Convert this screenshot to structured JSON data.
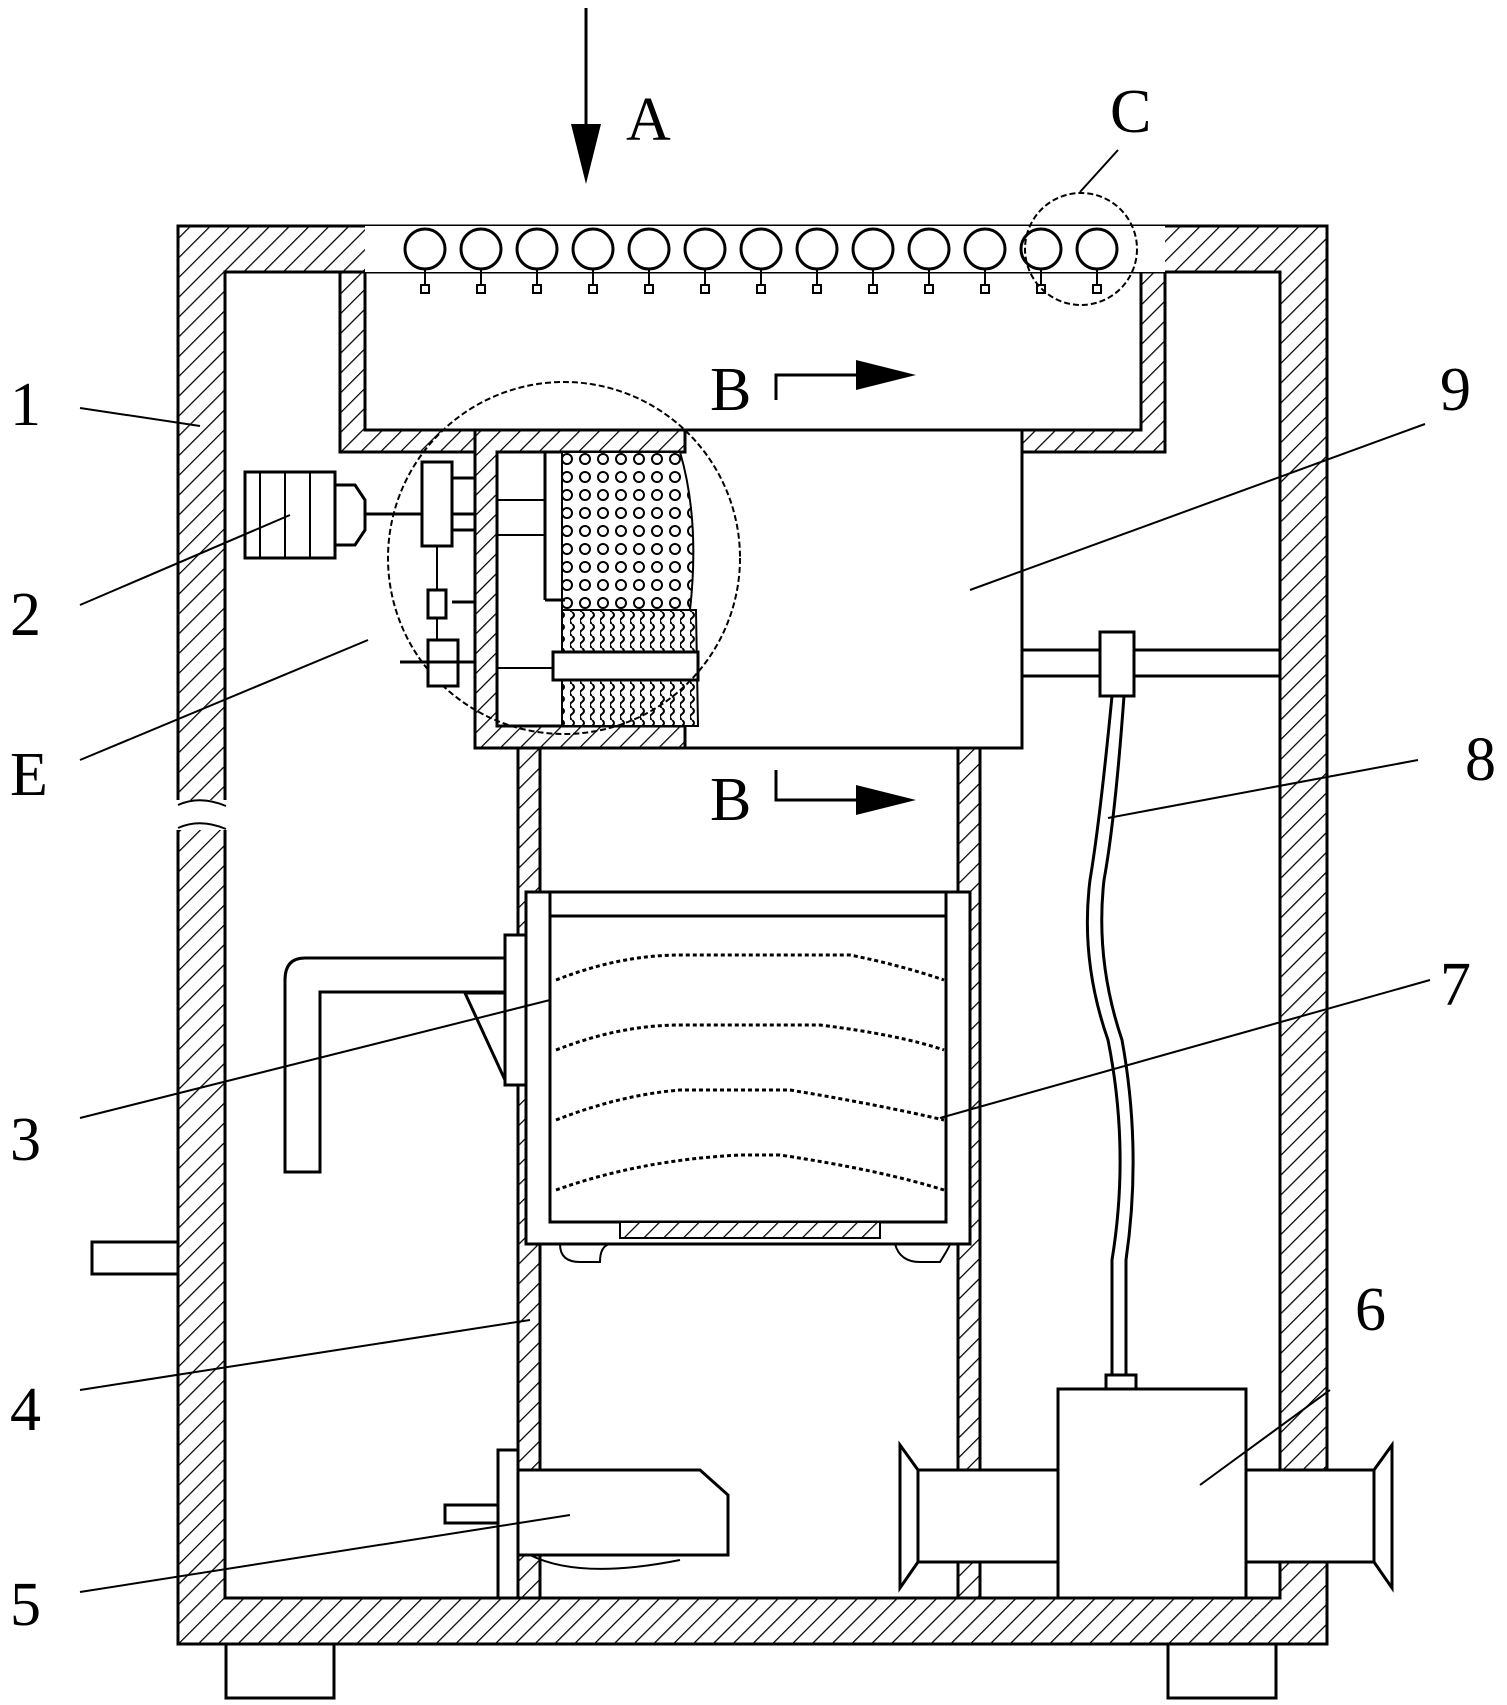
{
  "figure": {
    "section_labels": {
      "view_a": "A",
      "detail_c": "C",
      "section_b_top": "B",
      "section_b_bottom": "B",
      "detail_e": "E"
    },
    "callouts": {
      "housing": "1",
      "motor": "2",
      "spray_arm": "3",
      "partition": "4",
      "drain_pump": "5",
      "fan": "6",
      "filter_trays": "7",
      "hose": "8",
      "filter_box": "9"
    }
  }
}
